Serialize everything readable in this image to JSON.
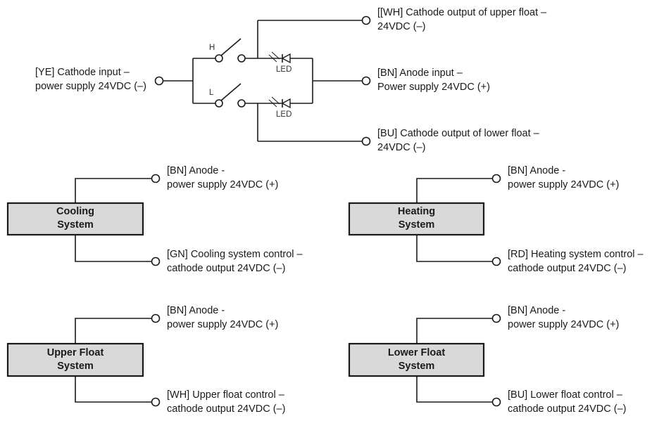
{
  "switch_circuit": {
    "input": {
      "line1": "[YE] Cathode input –",
      "line2": "power supply 24VDC (–)"
    },
    "upper_output": {
      "line1": "[[WH] Cathode output of upper float –",
      "line2": "24VDC (–)"
    },
    "anode_input": {
      "line1": "[BN] Anode input –",
      "line2": "Power supply 24VDC (+)"
    },
    "lower_output": {
      "line1": "[BU] Cathode output of lower float –",
      "line2": "24VDC (–)"
    },
    "switch_h_label": "H",
    "switch_l_label": "L",
    "led_upper_label": "LED",
    "led_lower_label": "LED"
  },
  "systems": [
    {
      "name1": "Cooling",
      "name2": "System",
      "top": {
        "line1": "[BN] Anode -",
        "line2": "power supply 24VDC (+)"
      },
      "bottom": {
        "line1": "[GN] Cooling system control –",
        "line2": "cathode output 24VDC (–)"
      }
    },
    {
      "name1": "Heating",
      "name2": "System",
      "top": {
        "line1": "[BN] Anode -",
        "line2": "power supply 24VDC (+)"
      },
      "bottom": {
        "line1": "[RD] Heating system control –",
        "line2": "cathode output 24VDC (–)"
      }
    },
    {
      "name1": "Upper Float",
      "name2": "System",
      "top": {
        "line1": "[BN] Anode -",
        "line2": "power supply 24VDC (+)"
      },
      "bottom": {
        "line1": "[WH] Upper float control –",
        "line2": "cathode output 24VDC (–)"
      }
    },
    {
      "name1": "Lower Float",
      "name2": "System",
      "top": {
        "line1": "[BN] Anode -",
        "line2": "power supply 24VDC (+)"
      },
      "bottom": {
        "line1": "[BU] Lower float control –",
        "line2": "cathode output 24VDC (–)"
      }
    }
  ]
}
